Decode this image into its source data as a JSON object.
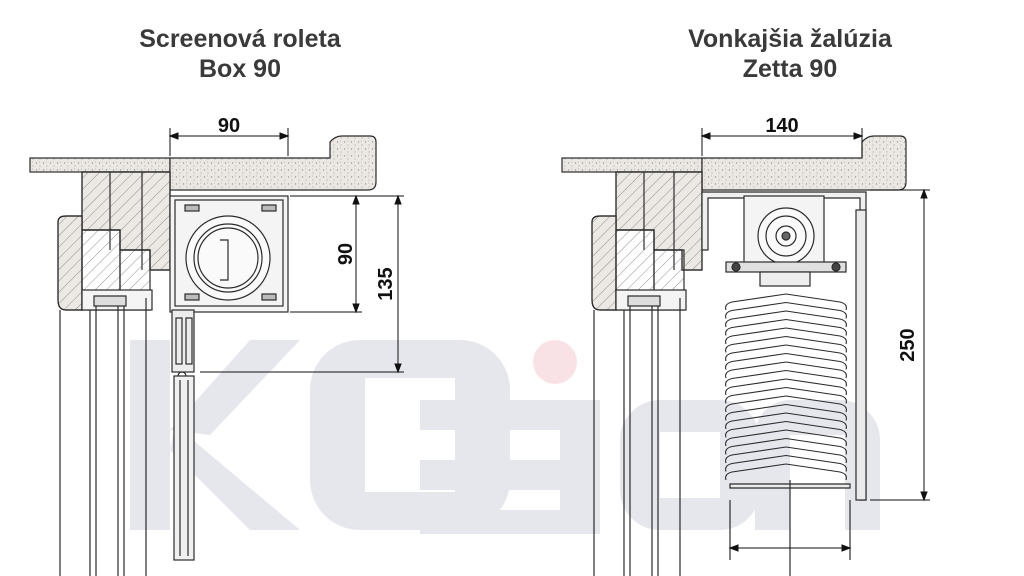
{
  "left": {
    "title_line1": "Screenová roleta",
    "title_line2": "Box 90",
    "dim_width": "90",
    "dim_box_height": "90",
    "dim_total_height": "135"
  },
  "right": {
    "title_line1": "Vonkajšia žalúzia",
    "title_line2": "Zetta 90",
    "dim_width": "140",
    "dim_height": "250"
  },
  "watermark": {
    "text": "koelon",
    "color": "#dcdce6",
    "accent_color": "#f6d6dc"
  },
  "colors": {
    "line": "#2b2b2b",
    "concrete": "#e7e4df",
    "wood": "#e6e2dc",
    "profile": "#f4f4f4"
  }
}
